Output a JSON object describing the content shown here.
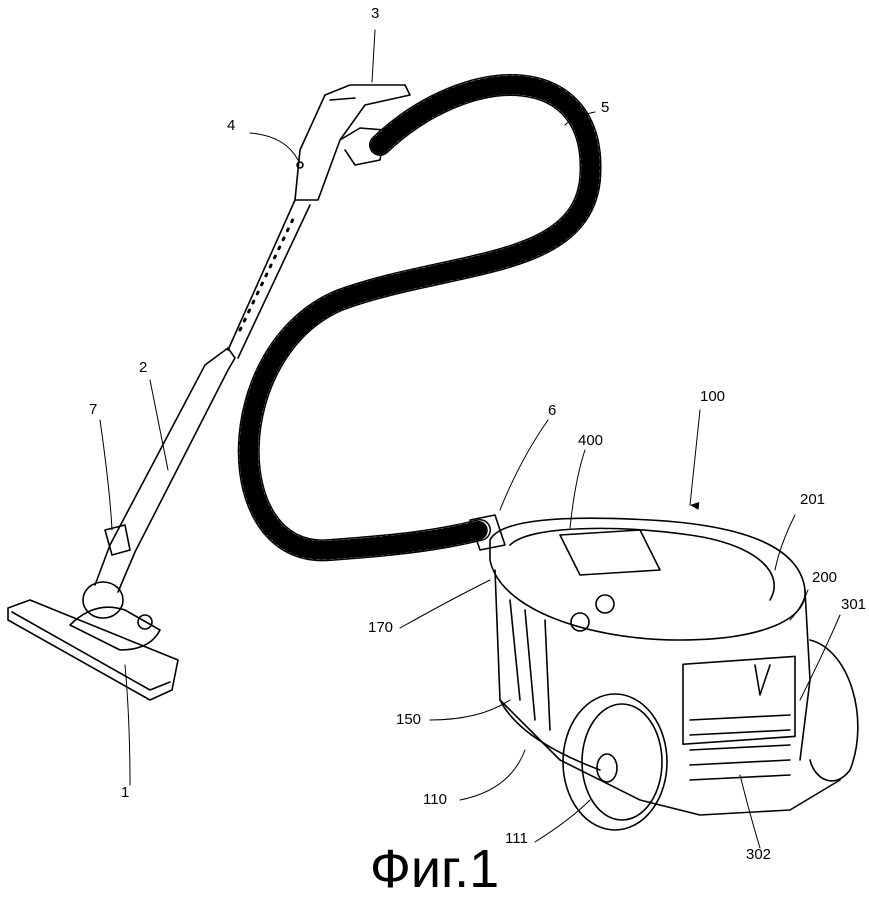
{
  "figure": {
    "caption": "Фиг.1",
    "labels": {
      "nozzle": "1",
      "extension_tube": "2",
      "handle": "3",
      "handle_button": "4",
      "hose": "5",
      "hose_connector": "6",
      "tube_clip": "7",
      "cleaner_body": "100",
      "body_base": "110",
      "wheel": "111",
      "side_frame": "150",
      "suction_port": "170",
      "dust_container": "200",
      "container_rim": "201",
      "exhaust_cover": "301",
      "exhaust_filter": "302",
      "top_cover": "400"
    }
  }
}
